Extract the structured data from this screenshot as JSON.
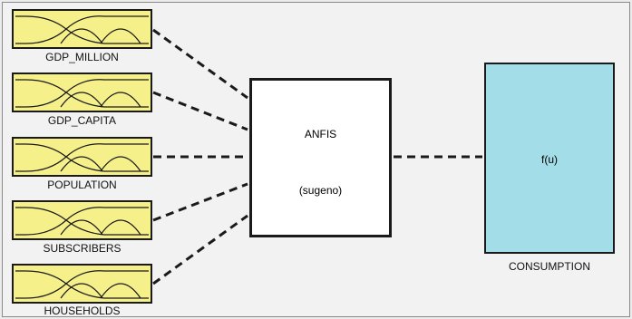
{
  "inputs": [
    {
      "name": "GDP_MILLION"
    },
    {
      "name": "GDP_CAPITA"
    },
    {
      "name": "POPULATION"
    },
    {
      "name": "SUBSCRIBERS"
    },
    {
      "name": "HOUSEHOLDS"
    }
  ],
  "system": {
    "name": "ANFIS",
    "type": "(sugeno)"
  },
  "output": {
    "name": "CONSUMPTION",
    "function": "f(u)"
  },
  "colors": {
    "input_fill": "#f6f08a",
    "output_fill": "#a3dde8",
    "system_fill": "#ffffff",
    "background": "#f2f2f2",
    "line": "#1a1a1a"
  },
  "icons": {
    "input_mf": "membership-functions-icon"
  }
}
